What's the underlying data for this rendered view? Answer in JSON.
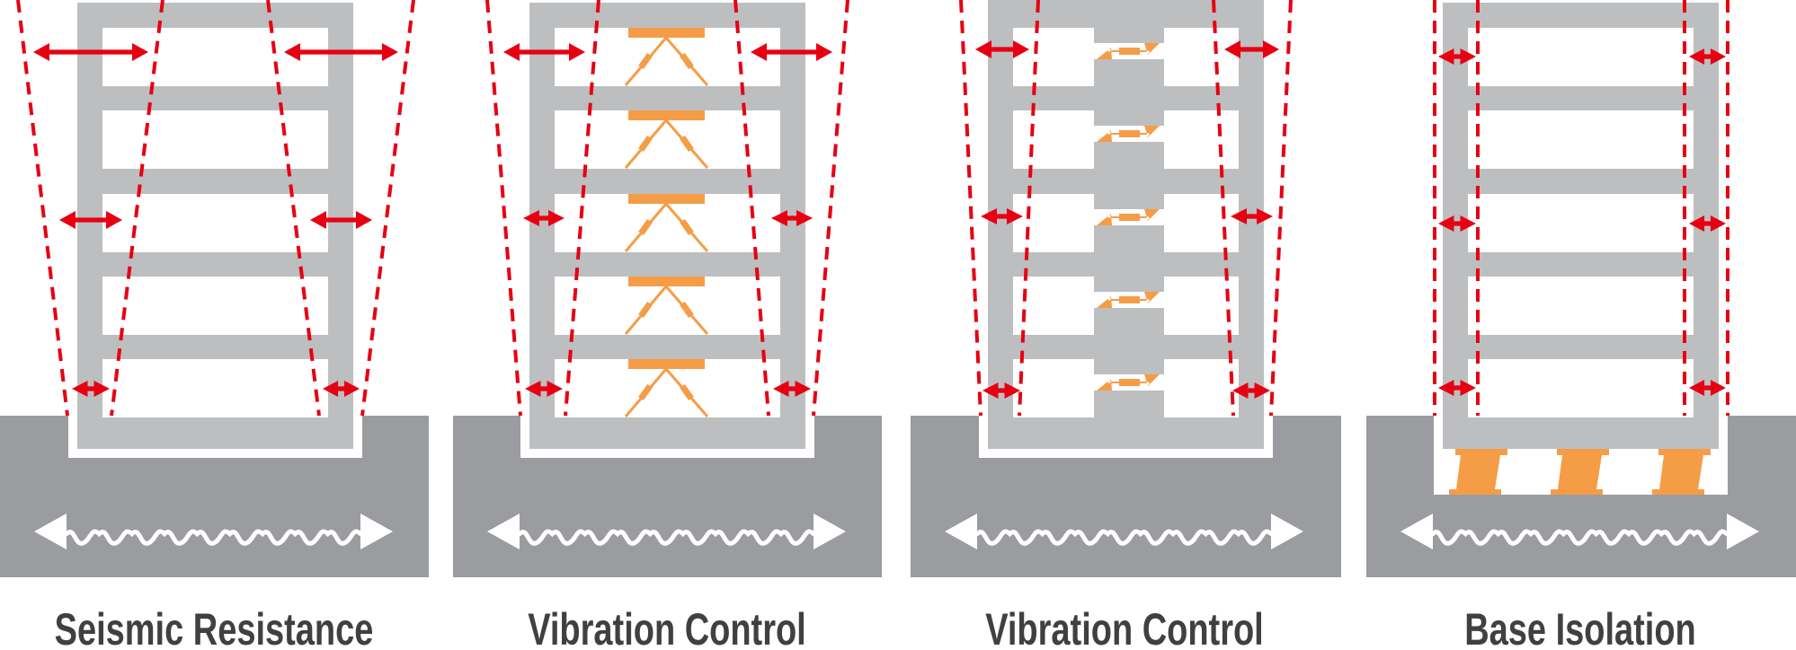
{
  "title": "Earthquake-resistant structure comparison",
  "colors": {
    "building": "#bdbec0",
    "ground": "#9b9c9f",
    "sway_indicator": "#e60012",
    "damper": "#f59d46",
    "ground_motion": "#ffffff",
    "label_text": "#3f4042"
  },
  "panels": [
    {
      "id": "seismic-resistance",
      "label": "Seismic Resistance",
      "structure": "rigid frame",
      "sway": "large, increasing with height",
      "device": "none"
    },
    {
      "id": "vibration-control-braced",
      "label": "Vibration Control",
      "structure": "frame with diagonal brace dampers",
      "sway": "moderate",
      "device": "inverted-V brace dampers on each floor"
    },
    {
      "id": "vibration-control-column",
      "label": "Vibration Control",
      "structure": "frame with central split-column dampers",
      "sway": "moderate",
      "device": "horizontal dampers between column segments on each floor"
    },
    {
      "id": "base-isolation",
      "label": "Base Isolation",
      "structure": "frame on base isolators",
      "sway": "small, uniform with height",
      "device": "laminated rubber bearings under the building"
    }
  ],
  "ground_motion_icon": "double-headed-wave-arrow",
  "sway_icon": "double-headed-arrow"
}
